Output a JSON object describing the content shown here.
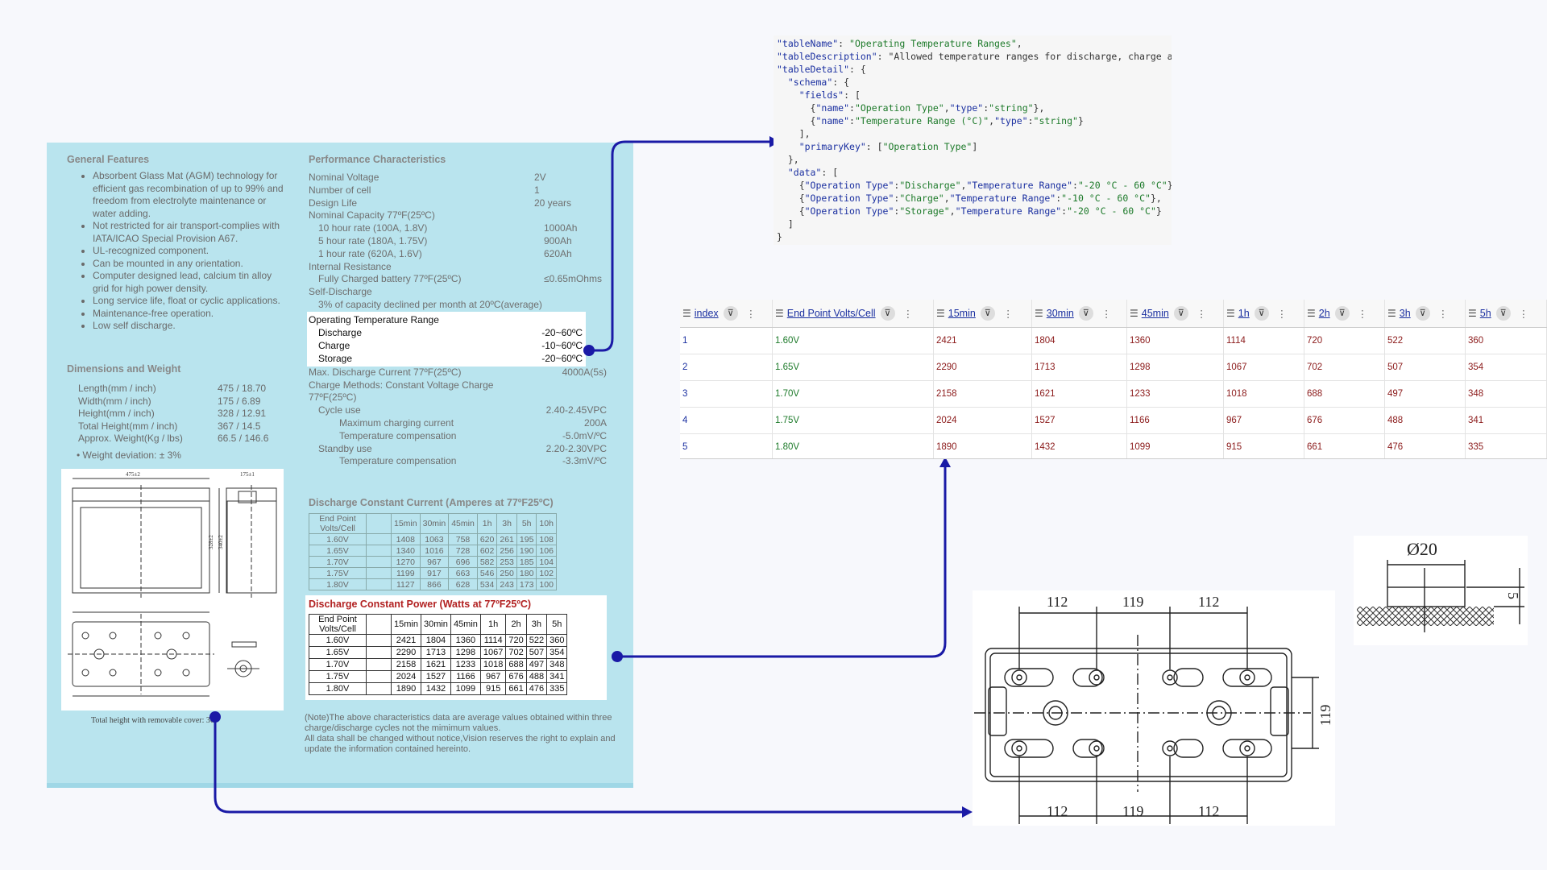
{
  "general_features": {
    "title": "General Features",
    "items": [
      "Absorbent Glass Mat (AGM) technology for efficient gas recombination of up to 99% and freedom from electrolyte maintenance or water adding.",
      "Not restricted for air transport-complies with IATA/ICAO Special Provision A67.",
      "UL-recognized component.",
      "Can be mounted in any orientation.",
      "Computer designed lead, calcium tin alloy grid for high power density.",
      "Long service life, float or cyclic applications.",
      "Maintenance-free operation.",
      "Low self discharge."
    ]
  },
  "dimensions": {
    "title": "Dimensions and Weight",
    "rows": [
      {
        "label": "Length(mm / inch)",
        "value": "475 / 18.70"
      },
      {
        "label": "Width(mm / inch)",
        "value": "175 / 6.89"
      },
      {
        "label": "Height(mm / inch)",
        "value": "328 / 12.91"
      },
      {
        "label": "Total Height(mm / inch)",
        "value": "367 / 14.5"
      },
      {
        "label": "Approx. Weight(Kg / lbs)",
        "value": "66.5 / 146.6"
      }
    ],
    "weight_deviation": "• Weight deviation: ± 3%"
  },
  "drawing_caption": "Total height with removable cover: 367",
  "performance": {
    "title": "Performance Characteristics",
    "rows_top": [
      {
        "k": "Nominal Voltage",
        "v": "2V"
      },
      {
        "k": "Number of cell",
        "v": "1"
      },
      {
        "k": "Design Life",
        "v": "20 years"
      },
      {
        "k": "Nominal Capacity 77ºF(25ºC)",
        "v": ""
      },
      {
        "k": "   10 hour rate (100A, 1.8V)",
        "v": "1000Ah"
      },
      {
        "k": "   5 hour rate (180A, 1.75V)",
        "v": "900Ah"
      },
      {
        "k": "   1 hour rate (620A, 1.6V)",
        "v": "620Ah"
      },
      {
        "k": "Internal Resistance",
        "v": ""
      },
      {
        "k": "   Fully Charged battery 77ºF(25ºC)",
        "v": "≤0.65mOhms"
      },
      {
        "k": "Self-Discharge",
        "v": ""
      },
      {
        "k": "   3% of capacity declined per month at 20ºC(average)",
        "v": ""
      }
    ],
    "op_temp": {
      "title": "Operating Temperature Range",
      "rows": [
        {
          "k": "Discharge",
          "v": "-20~60ºC"
        },
        {
          "k": "Charge",
          "v": "-10~60ºC"
        },
        {
          "k": "Storage",
          "v": "-20~60ºC"
        }
      ]
    },
    "rows_bottom": [
      {
        "k": "Max. Discharge Current 77ºF(25ºC)",
        "v": "4000A(5s)"
      },
      {
        "k": "Charge Methods: Constant Voltage Charge 77ºF(25ºC)",
        "v": ""
      },
      {
        "k": "   Cycle use",
        "v": "2.40-2.45VPC"
      },
      {
        "k": "         Maximum charging current",
        "v": "200A"
      },
      {
        "k": "         Temperature compensation",
        "v": "-5.0mV/ºC"
      },
      {
        "k": "   Standby use",
        "v": "2.20-2.30VPC"
      },
      {
        "k": "         Temperature compensation",
        "v": "-3.3mV/ºC"
      }
    ]
  },
  "discharge_current": {
    "title": "Discharge Constant Current (Amperes at 77ºF25ºC)",
    "header": [
      "End Point Volts/Cell",
      "",
      "15min",
      "30min",
      "45min",
      "1h",
      "3h",
      "5h",
      "10h"
    ],
    "rows": [
      [
        "1.60V",
        "",
        "1408",
        "1063",
        "758",
        "620",
        "261",
        "195",
        "108"
      ],
      [
        "1.65V",
        "",
        "1340",
        "1016",
        "728",
        "602",
        "256",
        "190",
        "106"
      ],
      [
        "1.70V",
        "",
        "1270",
        "967",
        "696",
        "582",
        "253",
        "185",
        "104"
      ],
      [
        "1.75V",
        "",
        "1199",
        "917",
        "663",
        "546",
        "250",
        "180",
        "102"
      ],
      [
        "1.80V",
        "",
        "1127",
        "866",
        "628",
        "534",
        "243",
        "173",
        "100"
      ]
    ]
  },
  "discharge_power": {
    "title": "Discharge Constant Power (Watts at 77ºF25ºC)",
    "header": [
      "End Point Volts/Cell",
      "",
      "15min",
      "30min",
      "45min",
      "1h",
      "2h",
      "3h",
      "5h"
    ],
    "rows": [
      [
        "1.60V",
        "",
        "2421",
        "1804",
        "1360",
        "1114",
        "720",
        "522",
        "360"
      ],
      [
        "1.65V",
        "",
        "2290",
        "1713",
        "1298",
        "1067",
        "702",
        "507",
        "354"
      ],
      [
        "1.70V",
        "",
        "2158",
        "1621",
        "1233",
        "1018",
        "688",
        "497",
        "348"
      ],
      [
        "1.75V",
        "",
        "2024",
        "1527",
        "1166",
        "967",
        "676",
        "488",
        "341"
      ],
      [
        "1.80V",
        "",
        "1890",
        "1432",
        "1099",
        "915",
        "661",
        "476",
        "335"
      ]
    ]
  },
  "note": "(Note)The above characteristics data are average values obtained within three charge/discharge cycles not the mimimum values.\nAll data shall be changed without notice,Vision reserves the right to explain and update the information contained hereinto.",
  "json_panel": {
    "lines": [
      "\"tableName\": \"Operating Temperature Ranges\",",
      "\"tableDescription\": \"Allowed temperature ranges for discharge, charge and",
      "\"tableDetail\": {",
      "  \"schema\": {",
      "    \"fields\": [",
      "      {\"name\":\"Operation Type\",\"type\":\"string\"},",
      "      {\"name\":\"Temperature Range (°C)\",\"type\":\"string\"}",
      "    ],",
      "    \"primaryKey\": [\"Operation Type\"]",
      "  },",
      "  \"data\": [",
      "    {\"Operation Type\":\"Discharge\",\"Temperature Range\":\"-20 °C - 60 °C\"},",
      "    {\"Operation Type\":\"Charge\",\"Temperature Range\":\"-10 °C - 60 °C\"},",
      "    {\"Operation Type\":\"Storage\",\"Temperature Range\":\"-20 °C - 60 °C\"}",
      "  ]",
      "}"
    ]
  },
  "grid": {
    "columns": [
      "index",
      "End Point Volts/Cell",
      "15min",
      "30min",
      "45min",
      "1h",
      "2h",
      "3h",
      "5h"
    ],
    "rows": [
      [
        "1",
        "1.60V",
        "2421",
        "1804",
        "1360",
        "1114",
        "720",
        "522",
        "360"
      ],
      [
        "2",
        "1.65V",
        "2290",
        "1713",
        "1298",
        "1067",
        "702",
        "507",
        "354"
      ],
      [
        "3",
        "1.70V",
        "2158",
        "1621",
        "1233",
        "1018",
        "688",
        "497",
        "348"
      ],
      [
        "4",
        "1.75V",
        "2024",
        "1527",
        "1166",
        "967",
        "676",
        "488",
        "341"
      ],
      [
        "5",
        "1.80V",
        "1890",
        "1432",
        "1099",
        "915",
        "661",
        "476",
        "335"
      ]
    ]
  },
  "drawing_labels": {
    "big_top": [
      "112",
      "119",
      "112"
    ],
    "big_bottom": [
      "112",
      "119",
      "112"
    ],
    "big_side": "119",
    "small_dia": "Ø20",
    "small_h": "5",
    "small_top": "475±2",
    "small_side": "175±1",
    "small_h1": "328±2",
    "small_h2": "340±2"
  },
  "colors": {
    "sheet_bg": "#b9e4ee",
    "connector": "#1a1aa6",
    "power_title": "#b22222"
  }
}
